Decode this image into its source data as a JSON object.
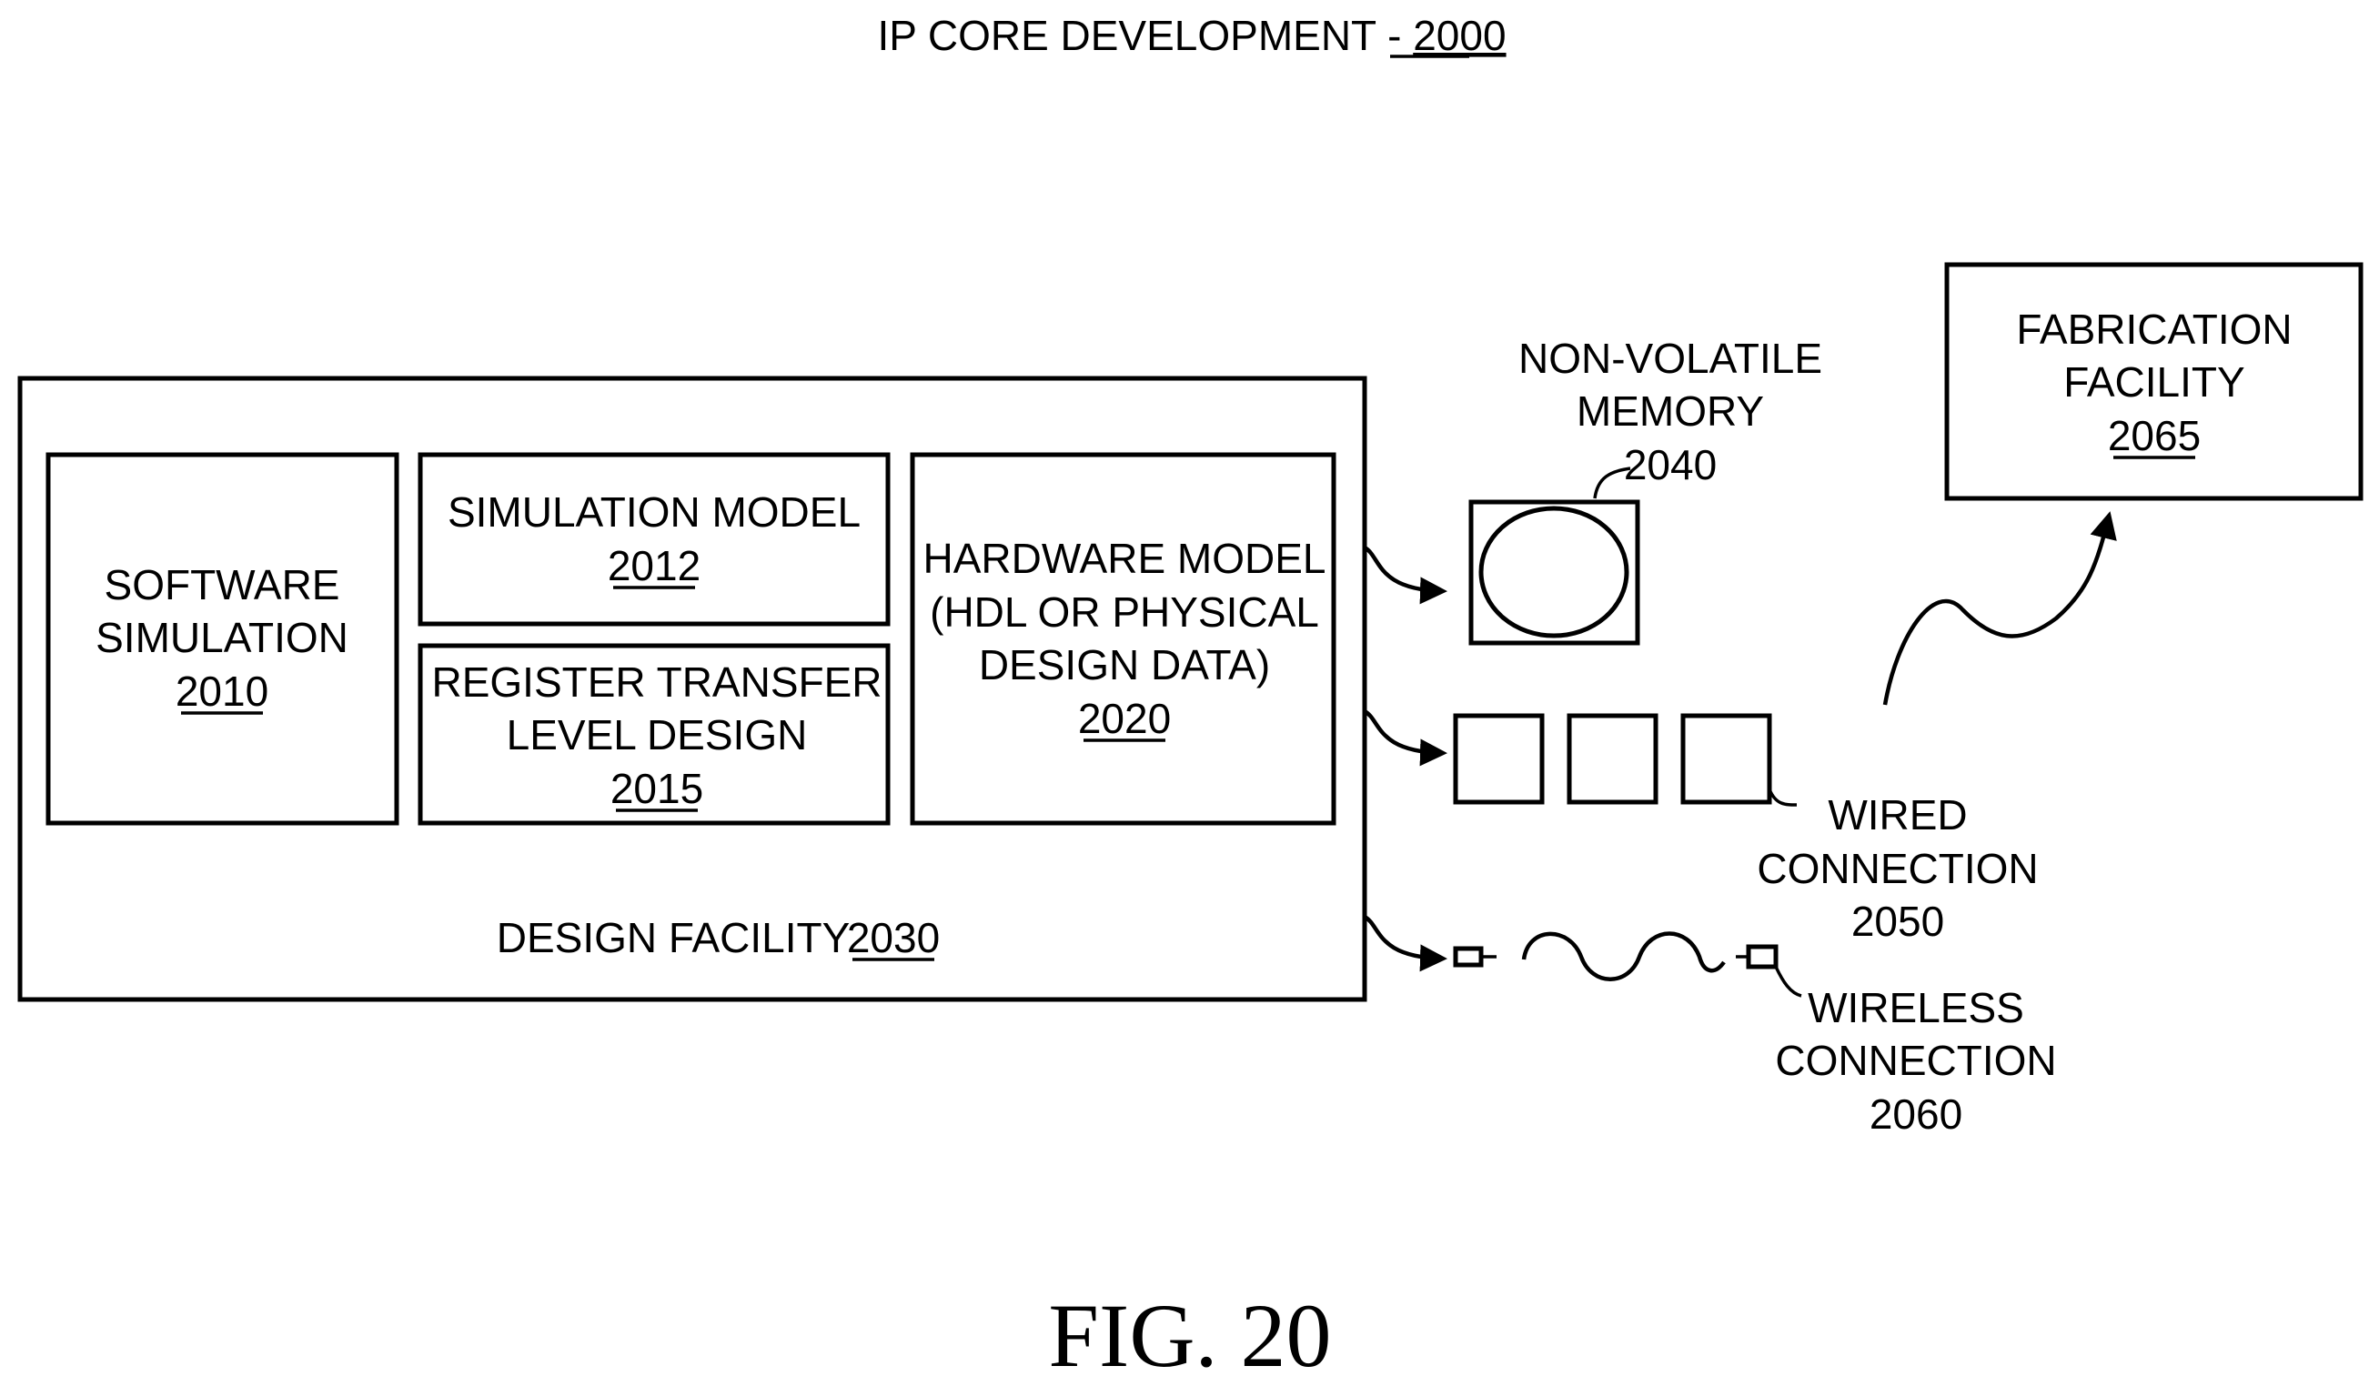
{
  "title": {
    "text": "IP CORE DEVELOPMENT - ",
    "ref": "2000"
  },
  "design_facility": {
    "label": "DESIGN FACILITY",
    "ref": "2030"
  },
  "software_simulation": {
    "line1": "SOFTWARE",
    "line2": "SIMULATION",
    "ref": "2010"
  },
  "simulation_model": {
    "line1": "SIMULATION MODEL",
    "ref": "2012"
  },
  "rtl_design": {
    "line1": "REGISTER TRANSFER",
    "line2": "LEVEL DESIGN",
    "ref": "2015"
  },
  "hardware_model": {
    "line1": "HARDWARE MODEL",
    "line2": "(HDL OR PHYSICAL",
    "line3": "DESIGN DATA)",
    "ref": "2020"
  },
  "non_volatile_memory": {
    "line1": "NON-VOLATILE",
    "line2": "MEMORY",
    "ref": "2040"
  },
  "wired_connection": {
    "line1": "WIRED",
    "line2": "CONNECTION",
    "ref": "2050"
  },
  "wireless_connection": {
    "line1": "WIRELESS",
    "line2": "CONNECTION",
    "ref": "2060"
  },
  "fabrication_facility": {
    "line1": "FABRICATION",
    "line2": "FACILITY",
    "ref": "2065"
  },
  "figure_label": "FIG. 20"
}
